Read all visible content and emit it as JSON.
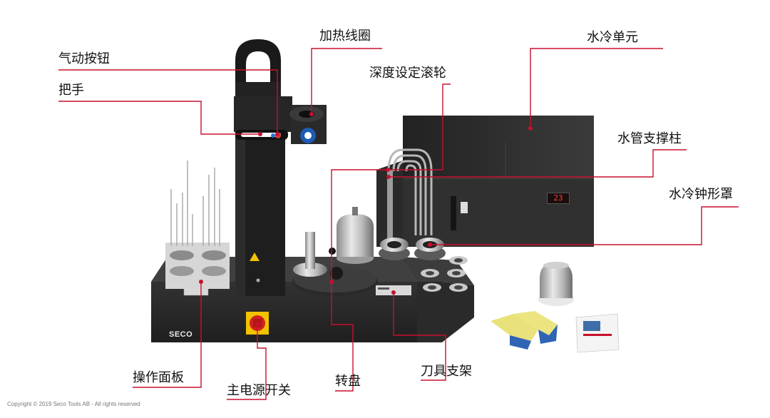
{
  "labels": {
    "pneumatic_button": "气动按钮",
    "handle": "把手",
    "heating_coil": "加热线圈",
    "depth_roller": "深度设定滚轮",
    "water_cooling_unit": "水冷单元",
    "water_pipe_support": "水管支撑柱",
    "water_cooling_bell": "水冷钟形罩",
    "control_panel": "操作面板",
    "main_power_switch": "主电源开关",
    "turntable": "转盘",
    "tool_rack": "刀具支架"
  },
  "brand": "SECO",
  "display_value": "23",
  "copyright": "Copyright © 2019 Seco Tools AB - All rights reserved",
  "colors": {
    "leader": "#c8102e",
    "machine_dark": "#2b2b2b",
    "cooling_unit": "#2e2e2e",
    "glove_yellow": "#e9e27a",
    "glove_blue": "#2f64b4"
  }
}
